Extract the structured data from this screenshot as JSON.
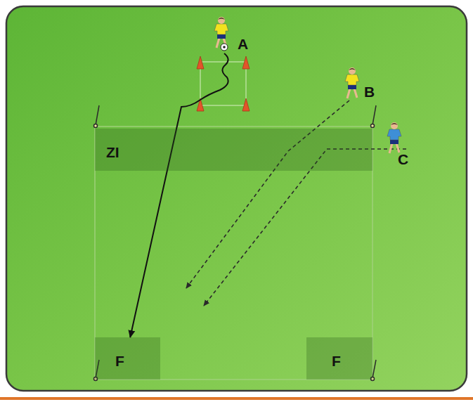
{
  "diagram": {
    "nodes": [
      {
        "text": [
          "A"
        ]
      },
      {
        "text": [
          "B"
        ]
      },
      {
        "text": [
          "C"
        ]
      },
      {
        "text": [
          "ZI"
        ]
      },
      {
        "text": [
          "F"
        ]
      },
      {
        "text": [
          "F"
        ]
      }
    ],
    "edges": [
      {
        "from": 0,
        "to": 4,
        "arrow": "to"
      }
    ]
  }
}
